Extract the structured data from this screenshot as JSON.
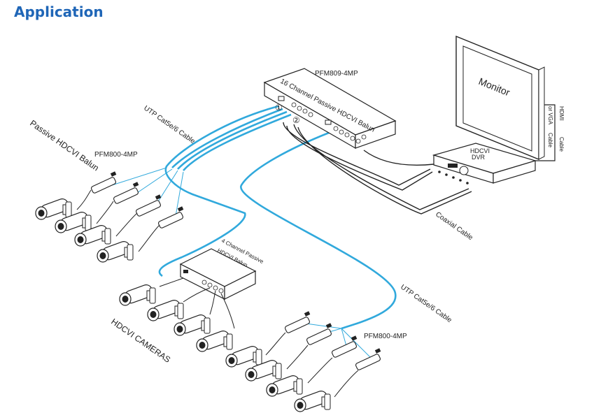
{
  "title": "Application",
  "labels": {
    "pfm809": "PFM809-4MP",
    "balun16": "16 Channel Passive HDCVI Balun",
    "marker1": "①",
    "marker2": "②",
    "utp_top": "UTP Cat5e/6 Cable",
    "passive_balun": "Passive HDCVI Balun",
    "pfm800_left": "PFM800-4MP",
    "monitor": "Monitor",
    "hdmi1": "HDMI",
    "hdmi2": "Cable",
    "hdmi3": "or VGA",
    "hdmi4": "Cable",
    "dvr1": "HDCVI",
    "dvr2": "DVR",
    "coaxial": "Coaxial Cable",
    "ch4_1": "4 Channel  Passive",
    "ch4_2": "HDCVI Balun",
    "cameras": "HDCVI CAMERAS",
    "utp_bottom": "UTP Cat5e/6 Cable",
    "pfm800_bottom": "PFM800-4MP"
  },
  "colors": {
    "accent": "#1f66b7",
    "cable": "#31a9dc",
    "line": "#222222"
  }
}
